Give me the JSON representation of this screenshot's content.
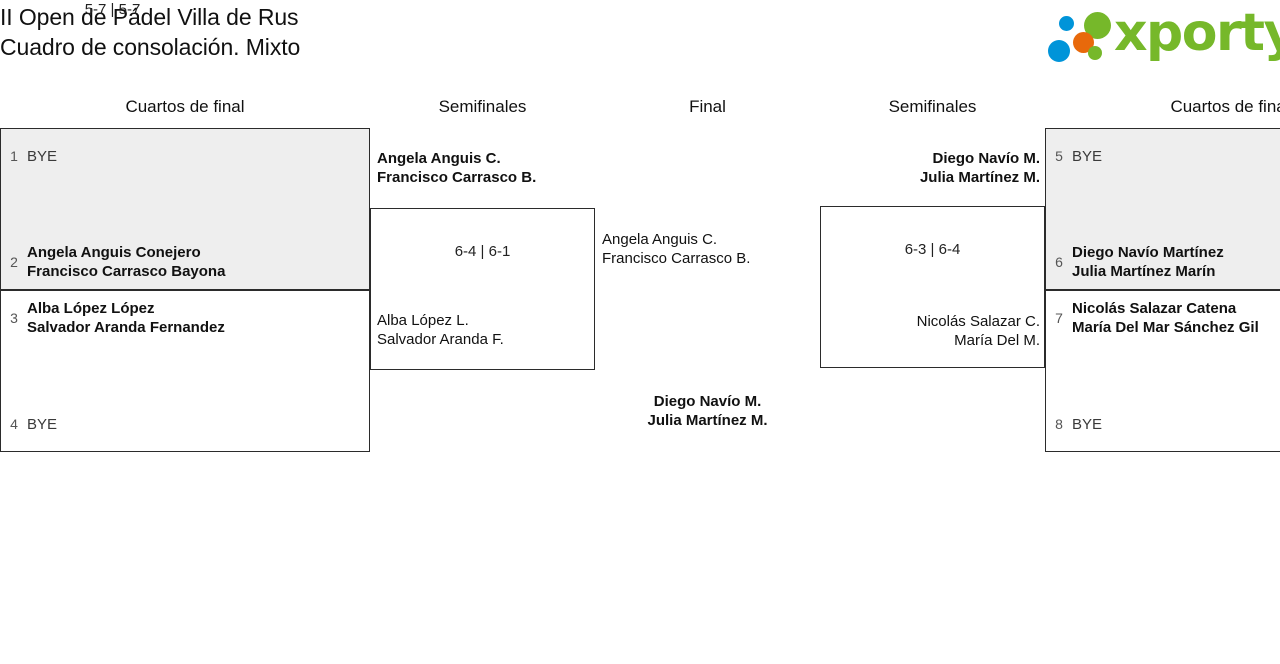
{
  "header": {
    "title_line1": "II Open de Pádel Villa de Rus",
    "title_line2": "Cuadro de consolación. Mixto",
    "logo_text": "xporty"
  },
  "rounds": {
    "qf_left": "Cuartos de final",
    "sf_left": "Semifinales",
    "final": "Final",
    "sf_right": "Semifinales",
    "qf_right": "Cuartos de final"
  },
  "bracket": {
    "quarterfinals_left": [
      {
        "seed": "1",
        "line1": "BYE",
        "line2": "",
        "bye": true,
        "winner": false
      },
      {
        "seed": "2",
        "line1": "Angela Anguis Conejero",
        "line2": "Francisco Carrasco Bayona",
        "bye": false,
        "winner": true
      },
      {
        "seed": "3",
        "line1": "Alba López López",
        "line2": "Salvador Aranda Fernandez",
        "bye": false,
        "winner": true
      },
      {
        "seed": "4",
        "line1": "BYE",
        "line2": "",
        "bye": true,
        "winner": false
      }
    ],
    "quarterfinals_right": [
      {
        "seed": "5",
        "line1": "BYE",
        "line2": "",
        "bye": true,
        "winner": false
      },
      {
        "seed": "6",
        "line1": "Diego Navío Martínez",
        "line2": "Julia Martínez Marín",
        "bye": false,
        "winner": true
      },
      {
        "seed": "7",
        "line1": "Nicolás Salazar Catena",
        "line2": "María Del Mar Sánchez Gil",
        "bye": false,
        "winner": true
      },
      {
        "seed": "8",
        "line1": "BYE",
        "line2": "",
        "bye": true,
        "winner": false
      }
    ],
    "semifinal_left": {
      "winner_line1": "Angela Anguis C.",
      "winner_line2": "Francisco Carrasco B.",
      "loser_line1": "Alba López L.",
      "loser_line2": "Salvador Aranda F.",
      "score": "6-4 | 6-1"
    },
    "semifinal_right": {
      "winner_line1": "Diego Navío M.",
      "winner_line2": "Julia Martínez M.",
      "loser_line1": "Nicolás Salazar C.",
      "loser_line2": "María Del M.",
      "score": "6-3 | 6-4"
    },
    "final": {
      "loser_line1": "Angela Anguis C.",
      "loser_line2": "Francisco Carrasco B.",
      "score": "5-7 | 5-7",
      "winner_line1": "Diego Navío M.",
      "winner_line2": "Julia Martínez M."
    }
  },
  "colors": {
    "brand_green": "#76b82a",
    "brand_blue": "#0094d9",
    "brand_orange": "#e8690b",
    "shaded_row": "#eeeeee",
    "border": "#2b2b2b"
  }
}
